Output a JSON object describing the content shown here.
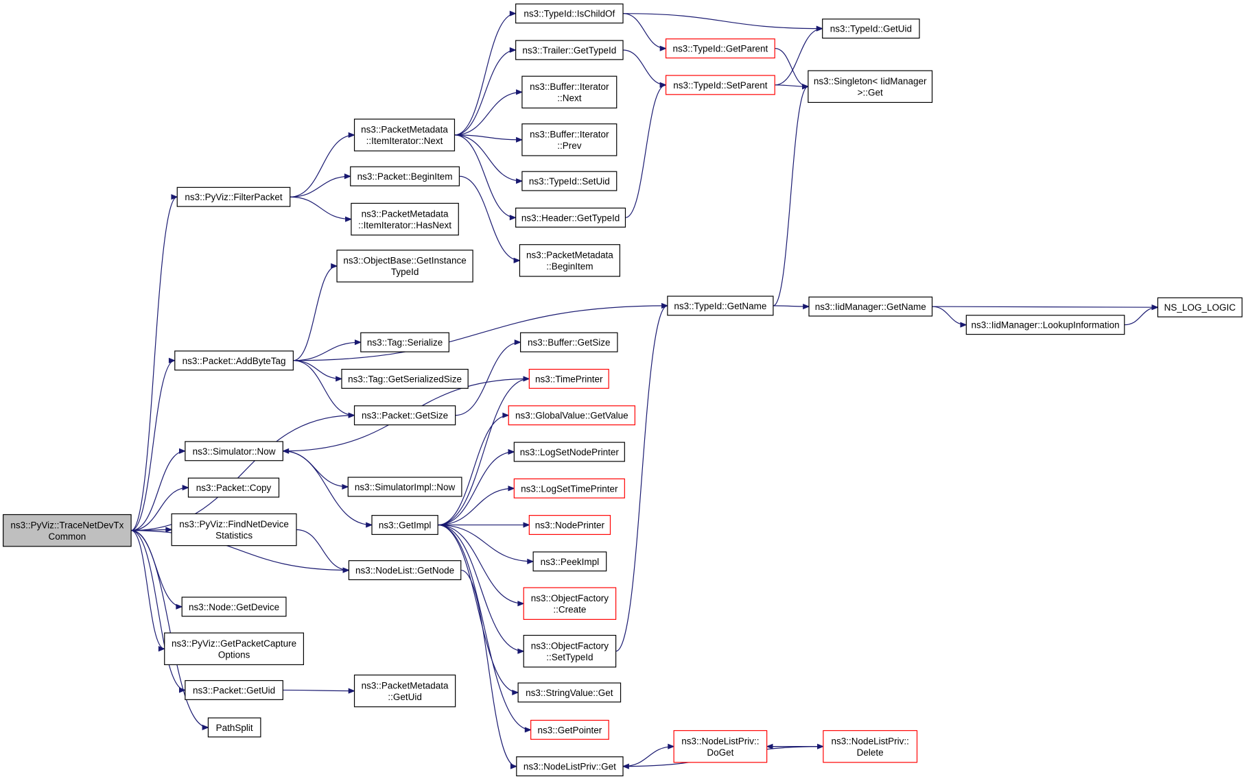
{
  "colors": {
    "edge": "#191970",
    "missing_node_border": "#ff0000",
    "root_fill": "#bfbfbf"
  },
  "nodes": [
    {
      "id": "root",
      "lines": [
        "ns3::PyViz::TraceNetDevTx",
        "Common"
      ],
      "style": "grey"
    },
    {
      "id": "filterpacket",
      "lines": [
        "ns3::PyViz::FilterPacket"
      ],
      "style": "normal"
    },
    {
      "id": "addbytetag",
      "lines": [
        "ns3::Packet::AddByteTag"
      ],
      "style": "normal"
    },
    {
      "id": "simnow",
      "lines": [
        "ns3::Simulator::Now"
      ],
      "style": "normal"
    },
    {
      "id": "packetcopy",
      "lines": [
        "ns3::Packet::Copy"
      ],
      "style": "normal"
    },
    {
      "id": "findnetdev",
      "lines": [
        "ns3::PyViz::FindNetDevice",
        "Statistics"
      ],
      "style": "normal"
    },
    {
      "id": "nodegetdevice",
      "lines": [
        "ns3::Node::GetDevice"
      ],
      "style": "normal"
    },
    {
      "id": "getpktcapture",
      "lines": [
        "ns3::PyViz::GetPacketCapture",
        "Options"
      ],
      "style": "normal"
    },
    {
      "id": "packetgetuid",
      "lines": [
        "ns3::Packet::GetUid"
      ],
      "style": "normal"
    },
    {
      "id": "pathsplit",
      "lines": [
        "PathSplit"
      ],
      "style": "normal"
    },
    {
      "id": "pmnext",
      "lines": [
        "ns3::PacketMetadata",
        "::ItemIterator::Next"
      ],
      "style": "normal"
    },
    {
      "id": "pbeginitem",
      "lines": [
        "ns3::Packet::BeginItem"
      ],
      "style": "normal"
    },
    {
      "id": "pmhasnext",
      "lines": [
        "ns3::PacketMetadata",
        "::ItemIterator::HasNext"
      ],
      "style": "normal"
    },
    {
      "id": "objgetinst",
      "lines": [
        "ns3::ObjectBase::GetInstance",
        "TypeId"
      ],
      "style": "normal"
    },
    {
      "id": "tagser",
      "lines": [
        "ns3::Tag::Serialize"
      ],
      "style": "normal"
    },
    {
      "id": "taggetsersize",
      "lines": [
        "ns3::Tag::GetSerializedSize"
      ],
      "style": "normal"
    },
    {
      "id": "packetgetsize",
      "lines": [
        "ns3::Packet::GetSize"
      ],
      "style": "normal"
    },
    {
      "id": "simimplnow",
      "lines": [
        "ns3::SimulatorImpl::Now"
      ],
      "style": "normal"
    },
    {
      "id": "getimpl",
      "lines": [
        "ns3::GetImpl"
      ],
      "style": "normal"
    },
    {
      "id": "nodelistgetnode",
      "lines": [
        "ns3::NodeList::GetNode"
      ],
      "style": "normal"
    },
    {
      "id": "pmgetuid",
      "lines": [
        "ns3::PacketMetadata",
        "::GetUid"
      ],
      "style": "normal"
    },
    {
      "id": "typeidischildof",
      "lines": [
        "ns3::TypeId::IsChildOf"
      ],
      "style": "normal"
    },
    {
      "id": "trailergettypeid",
      "lines": [
        "ns3::Trailer::GetTypeId"
      ],
      "style": "normal"
    },
    {
      "id": "bufiternext",
      "lines": [
        "ns3::Buffer::Iterator",
        "::Next"
      ],
      "style": "normal"
    },
    {
      "id": "bufiterprev",
      "lines": [
        "ns3::Buffer::Iterator",
        "::Prev"
      ],
      "style": "normal"
    },
    {
      "id": "typeidsetuid",
      "lines": [
        "ns3::TypeId::SetUid"
      ],
      "style": "normal"
    },
    {
      "id": "headergettypeid",
      "lines": [
        "ns3::Header::GetTypeId"
      ],
      "style": "normal"
    },
    {
      "id": "pmbeginitem",
      "lines": [
        "ns3::PacketMetadata",
        "::BeginItem"
      ],
      "style": "normal"
    },
    {
      "id": "bufgetsize",
      "lines": [
        "ns3::Buffer::GetSize"
      ],
      "style": "normal"
    },
    {
      "id": "timeprinter",
      "lines": [
        "ns3::TimePrinter"
      ],
      "style": "red"
    },
    {
      "id": "globalvalget",
      "lines": [
        "ns3::GlobalValue::GetValue"
      ],
      "style": "red"
    },
    {
      "id": "logsetnodeprinter",
      "lines": [
        "ns3::LogSetNodePrinter"
      ],
      "style": "normal"
    },
    {
      "id": "logsettimeprinter",
      "lines": [
        "ns3::LogSetTimePrinter"
      ],
      "style": "red"
    },
    {
      "id": "nodeprinter",
      "lines": [
        "ns3::NodePrinter"
      ],
      "style": "red"
    },
    {
      "id": "peekimpl",
      "lines": [
        "ns3::PeekImpl"
      ],
      "style": "normal"
    },
    {
      "id": "objfaccreate",
      "lines": [
        "ns3::ObjectFactory",
        "::Create"
      ],
      "style": "red"
    },
    {
      "id": "objfacsettypeid",
      "lines": [
        "ns3::ObjectFactory",
        "::SetTypeId"
      ],
      "style": "normal"
    },
    {
      "id": "stringvalueget",
      "lines": [
        "ns3::StringValue::Get"
      ],
      "style": "normal"
    },
    {
      "id": "getpointer",
      "lines": [
        "ns3::GetPointer"
      ],
      "style": "red"
    },
    {
      "id": "nodelistprivget",
      "lines": [
        "ns3::NodeListPriv::Get"
      ],
      "style": "normal"
    },
    {
      "id": "typeidgetparent",
      "lines": [
        "ns3::TypeId::GetParent"
      ],
      "style": "red"
    },
    {
      "id": "typeidsetparent",
      "lines": [
        "ns3::TypeId::SetParent"
      ],
      "style": "red"
    },
    {
      "id": "typeidgetname",
      "lines": [
        "ns3::TypeId::GetName"
      ],
      "style": "normal"
    },
    {
      "id": "nlprivdoget",
      "lines": [
        "ns3::NodeListPriv::",
        "DoGet"
      ],
      "style": "red"
    },
    {
      "id": "typeidgetuid",
      "lines": [
        "ns3::TypeId::GetUid"
      ],
      "style": "normal"
    },
    {
      "id": "singletonget",
      "lines": [
        "ns3::Singleton< IidManager",
        ">::Get"
      ],
      "style": "normal"
    },
    {
      "id": "iidgetname",
      "lines": [
        "ns3::IidManager::GetName"
      ],
      "style": "normal"
    },
    {
      "id": "iidlookup",
      "lines": [
        "ns3::IidManager::LookupInformation"
      ],
      "style": "normal"
    },
    {
      "id": "nlprivdelete",
      "lines": [
        "ns3::NodeListPriv::",
        "Delete"
      ],
      "style": "red"
    },
    {
      "id": "nsloglogic",
      "lines": [
        "NS_LOG_LOGIC"
      ],
      "style": "normal"
    }
  ],
  "edges": [
    {
      "from": "root",
      "to": "filterpacket"
    },
    {
      "from": "root",
      "to": "addbytetag"
    },
    {
      "from": "root",
      "to": "packetgetsize"
    },
    {
      "from": "root",
      "to": "simnow"
    },
    {
      "from": "root",
      "to": "packetcopy"
    },
    {
      "from": "root",
      "to": "findnetdev"
    },
    {
      "from": "root",
      "to": "nodelistgetnode"
    },
    {
      "from": "root",
      "to": "nodegetdevice"
    },
    {
      "from": "root",
      "to": "getpktcapture"
    },
    {
      "from": "root",
      "to": "packetgetuid"
    },
    {
      "from": "root",
      "to": "pathsplit"
    },
    {
      "from": "filterpacket",
      "to": "pmnext"
    },
    {
      "from": "filterpacket",
      "to": "pbeginitem"
    },
    {
      "from": "filterpacket",
      "to": "pmhasnext"
    },
    {
      "from": "pmnext",
      "to": "typeidischildof"
    },
    {
      "from": "pmnext",
      "to": "trailergettypeid"
    },
    {
      "from": "pmnext",
      "to": "bufiternext"
    },
    {
      "from": "pmnext",
      "to": "bufiterprev"
    },
    {
      "from": "pmnext",
      "to": "typeidsetuid"
    },
    {
      "from": "pmnext",
      "to": "headergettypeid"
    },
    {
      "from": "pbeginitem",
      "to": "pmbeginitem"
    },
    {
      "from": "addbytetag",
      "to": "objgetinst"
    },
    {
      "from": "addbytetag",
      "to": "typeidgetname"
    },
    {
      "from": "addbytetag",
      "to": "tagser"
    },
    {
      "from": "addbytetag",
      "to": "taggetsersize"
    },
    {
      "from": "addbytetag",
      "to": "packetgetsize"
    },
    {
      "from": "packetgetsize",
      "to": "bufgetsize"
    },
    {
      "from": "simnow",
      "to": "simimplnow"
    },
    {
      "from": "simnow",
      "to": "getimpl"
    },
    {
      "from": "findnetdev",
      "to": "nodelistgetnode"
    },
    {
      "from": "packetgetuid",
      "to": "pmgetuid"
    },
    {
      "from": "nodelistgetnode",
      "to": "nodelistprivget"
    },
    {
      "from": "getimpl",
      "to": "timeprinter"
    },
    {
      "from": "getimpl",
      "to": "globalvalget"
    },
    {
      "from": "getimpl",
      "to": "logsetnodeprinter"
    },
    {
      "from": "getimpl",
      "to": "logsettimeprinter"
    },
    {
      "from": "getimpl",
      "to": "nodeprinter"
    },
    {
      "from": "getimpl",
      "to": "peekimpl"
    },
    {
      "from": "getimpl",
      "to": "objfaccreate"
    },
    {
      "from": "getimpl",
      "to": "objfacsettypeid"
    },
    {
      "from": "getimpl",
      "to": "stringvalueget"
    },
    {
      "from": "getimpl",
      "to": "getpointer"
    },
    {
      "from": "timeprinter",
      "to": "simnow"
    },
    {
      "from": "typeidischildof",
      "to": "typeidgetuid"
    },
    {
      "from": "typeidischildof",
      "to": "typeidgetparent"
    },
    {
      "from": "trailergettypeid",
      "to": "typeidsetparent"
    },
    {
      "from": "headergettypeid",
      "to": "typeidsetparent"
    },
    {
      "from": "typeidgetparent",
      "to": "singletonget"
    },
    {
      "from": "typeidsetparent",
      "to": "typeidgetuid"
    },
    {
      "from": "typeidsetparent",
      "to": "singletonget"
    },
    {
      "from": "typeidgetname",
      "to": "singletonget"
    },
    {
      "from": "typeidgetname",
      "to": "iidgetname"
    },
    {
      "from": "objfacsettypeid",
      "to": "typeidgetname"
    },
    {
      "from": "iidgetname",
      "to": "iidlookup"
    },
    {
      "from": "iidgetname",
      "to": "nsloglogic"
    },
    {
      "from": "iidlookup",
      "to": "nsloglogic"
    },
    {
      "from": "nodelistprivget",
      "to": "nlprivdoget"
    },
    {
      "from": "nlprivdoget",
      "to": "nlprivdelete"
    },
    {
      "from": "nlprivdelete",
      "to": "nlprivdoget"
    },
    {
      "from": "nlprivdelete",
      "to": "nodelistprivget"
    }
  ]
}
